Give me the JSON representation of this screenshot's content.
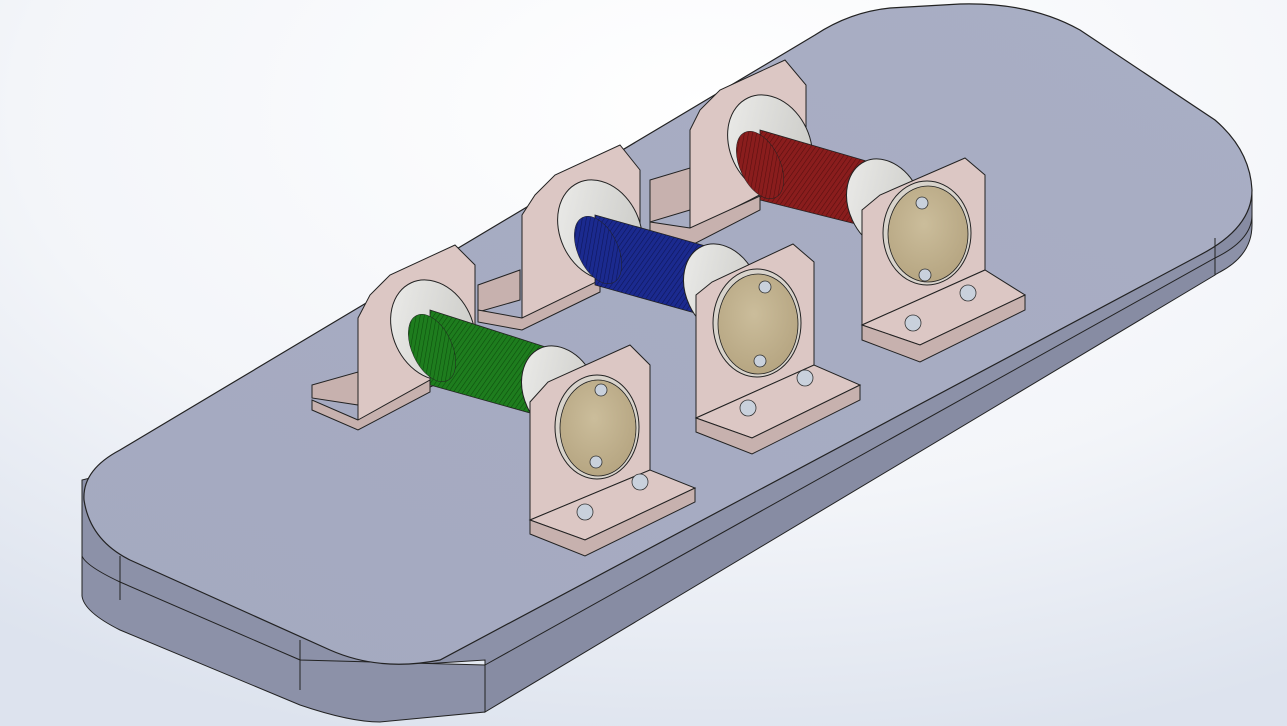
{
  "scene": {
    "kind": "cad-isometric-assembly",
    "background": {
      "top": "#ffffff",
      "bottom": "#ffffff",
      "haze": "#dde3ee"
    },
    "colors": {
      "base_top": "#a4a9c0",
      "base_side": "#8c91a8",
      "base_side_dark": "#7d8299",
      "bracket": "#dcc7c4",
      "bracket_shade": "#c7b1ae",
      "bracket_edge": "#c4aaa6",
      "disc": "#c2b18e",
      "disc_rim": "#d8d3cb",
      "flange": "#d9d9d6",
      "screw": "#c9d1dc"
    },
    "spools": [
      {
        "name": "green-coil",
        "color": "#1e7d1e",
        "dark": "#0d4f0d",
        "light": "#3fa33f"
      },
      {
        "name": "blue-coil",
        "color": "#1b2a8f",
        "dark": "#0e165a",
        "light": "#3c4ab8"
      },
      {
        "name": "red-coil",
        "color": "#8a1d1d",
        "dark": "#5a0f0f",
        "light": "#b03a3a"
      }
    ]
  }
}
